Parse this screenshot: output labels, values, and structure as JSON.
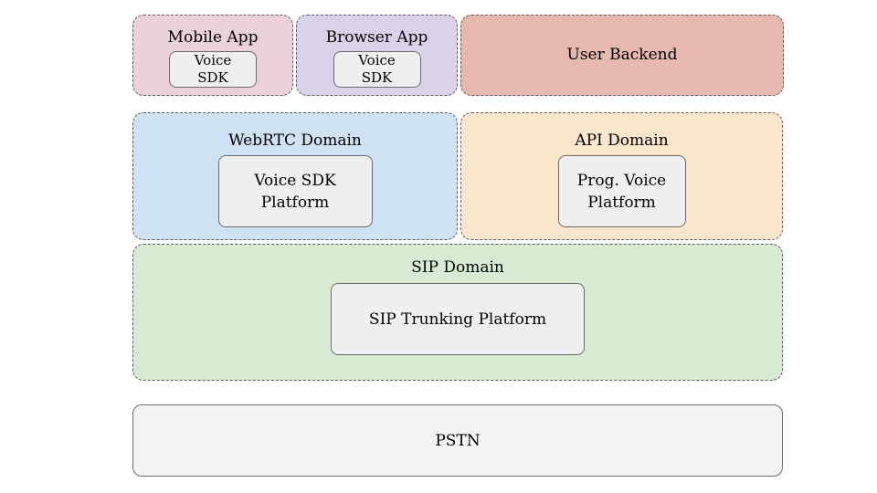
{
  "diagram": {
    "description": "Voice platform architecture diagram"
  },
  "nodes": {
    "mobile_app": {
      "label": "Mobile App",
      "bg": "#ead1dc",
      "sdk_line1": "Voice",
      "sdk_line2": "SDK"
    },
    "browser_app": {
      "label": "Browser App",
      "bg": "#d9d2e9",
      "sdk_line1": "Voice",
      "sdk_line2": "SDK"
    },
    "user_backend": {
      "label": "User Backend",
      "bg": "#e6b8af"
    },
    "webrtc_domain": {
      "label": "WebRTC Domain",
      "bg": "#cfe2f3",
      "platform_line1": "Voice SDK",
      "platform_line2": "Platform"
    },
    "api_domain": {
      "label": "API Domain",
      "bg": "#fce5cd",
      "platform_line1": "Prog. Voice",
      "platform_line2": "Platform"
    },
    "sip_domain": {
      "label": "SIP Domain",
      "bg": "#d9ead3",
      "platform": "SIP Trunking Platform"
    },
    "pstn": {
      "label": "PSTN",
      "bg": "#f3f3f3"
    }
  },
  "colors": {
    "inner_box_bg": "#efefef",
    "dashed_border": "#5c5c5c",
    "solid_border": "#6b6b6b",
    "text": "#000000"
  }
}
